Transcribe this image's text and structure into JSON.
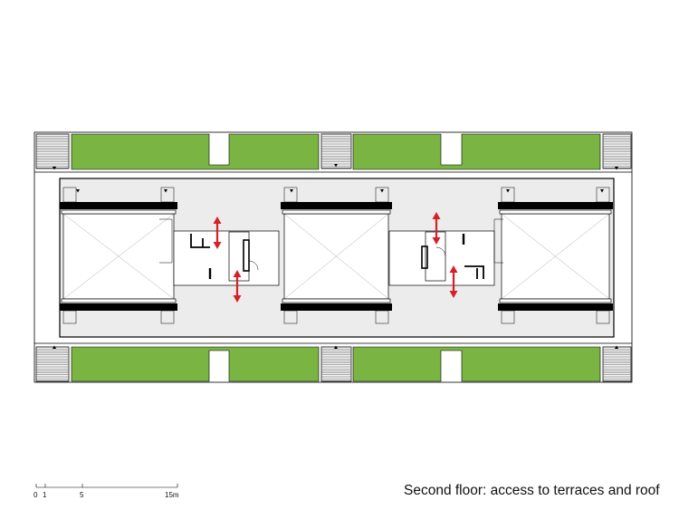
{
  "caption": "Second floor: access to terraces and roof",
  "scale_bar": {
    "labels": [
      "0",
      "1",
      "5",
      "15m"
    ]
  },
  "colors": {
    "terrace_green": "#7ab442",
    "circulation_arrow": "#d42027",
    "corridor_fill": "#ececec",
    "wall": "#000000"
  }
}
